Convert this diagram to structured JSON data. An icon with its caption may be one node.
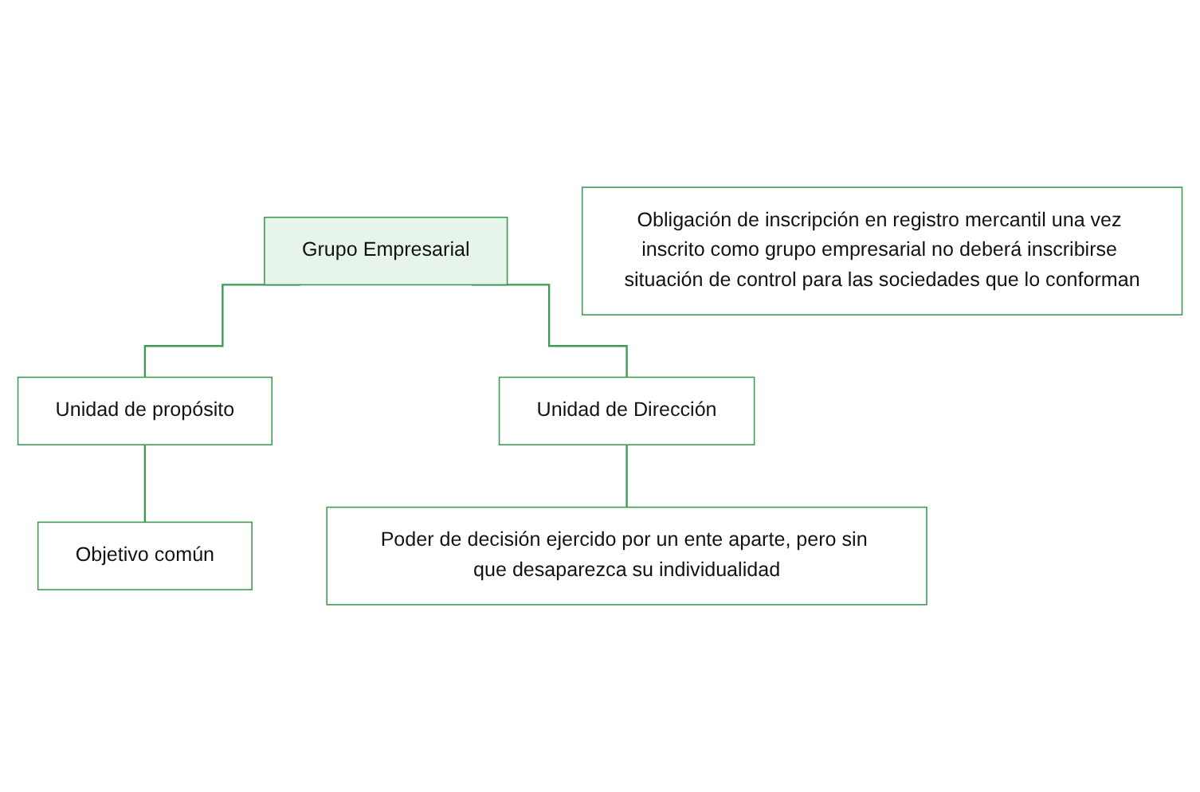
{
  "diagram": {
    "nodes": [
      {
        "text": [
          "Grupo Empresarial"
        ]
      },
      {
        "text": [
          "Unidad de propósito"
        ]
      },
      {
        "text": [
          "Unidad de Dirección"
        ]
      },
      {
        "text": [
          "Objetivo común"
        ]
      },
      {
        "text": [
          "Poder de decisión ejercido por un ente aparte, pero sin que desaparezca su individualidad"
        ]
      },
      {
        "text": [
          "Obligación de inscripción en registro mercantil una vez inscrito como grupo empresarial no deberá inscribirse situación de control para las sociedades que lo conforman"
        ]
      }
    ],
    "edges": [
      {
        "from": 0,
        "to": 1,
        "arrow": "none"
      },
      {
        "from": 0,
        "to": 2,
        "arrow": "none"
      },
      {
        "from": 1,
        "to": 3,
        "arrow": "none"
      },
      {
        "from": 2,
        "to": 4,
        "arrow": "none"
      }
    ]
  }
}
